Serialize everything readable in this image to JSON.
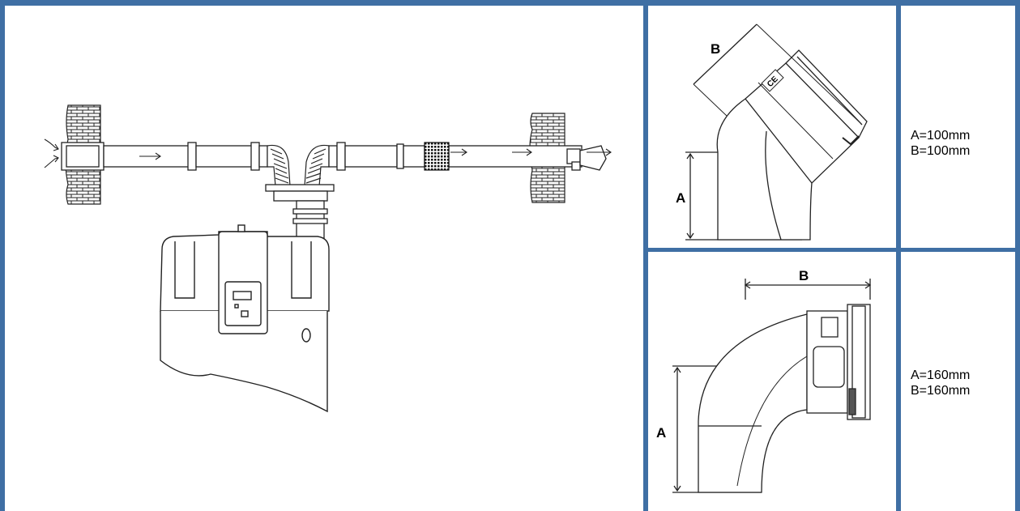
{
  "colors": {
    "border": "#3f6fa4",
    "line": "#222222",
    "background": "#ffffff"
  },
  "elbow_45": {
    "label_a": "A",
    "label_b": "B",
    "stamp": "CE",
    "spec_a": "A=100mm",
    "spec_b": "B=100mm"
  },
  "elbow_90": {
    "label_a": "A",
    "label_b": "B",
    "spec_a": "A=160mm",
    "spec_b": "B=160mm"
  },
  "icons": [
    "brick-wall-icon",
    "flow-arrow-icon",
    "boiler-icon",
    "flex-duct-icon",
    "terminal-grille-icon"
  ]
}
